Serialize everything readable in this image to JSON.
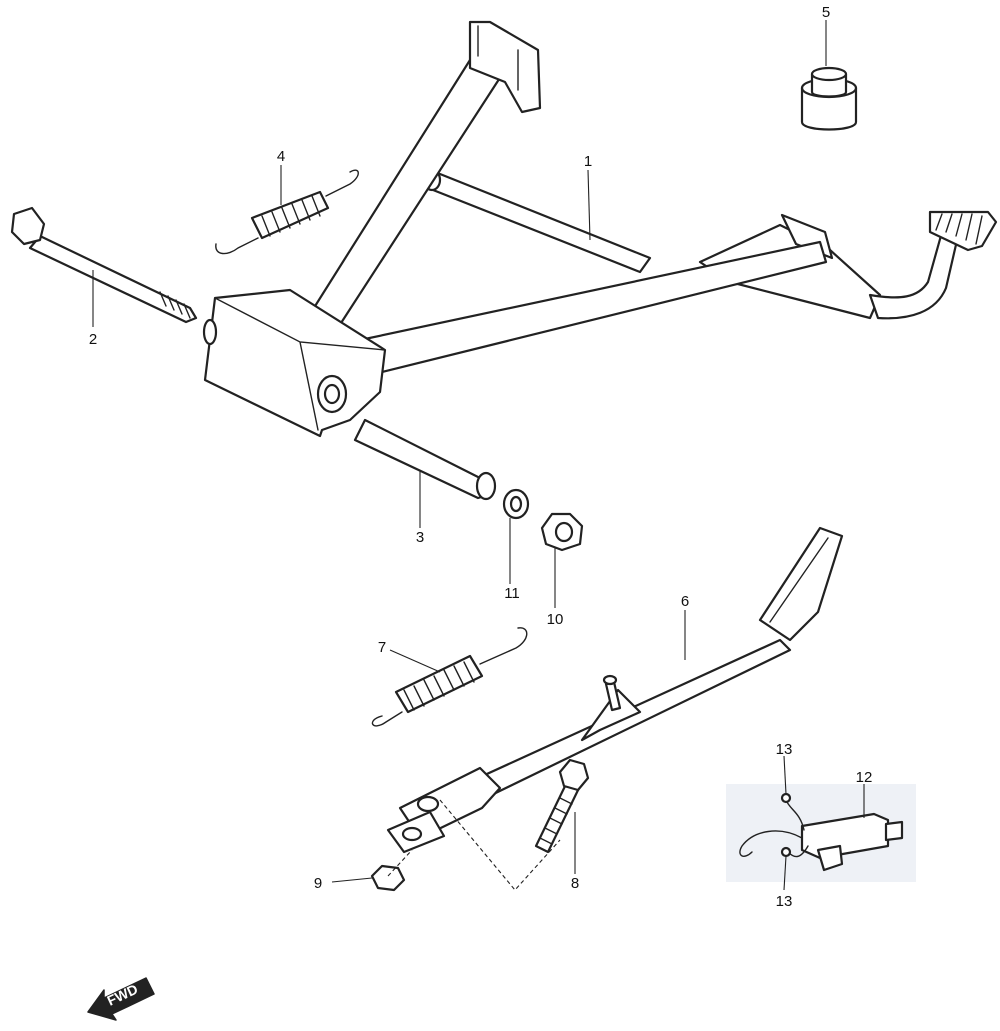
{
  "callouts": {
    "c1": "1",
    "c2": "2",
    "c3": "3",
    "c4": "4",
    "c5": "5",
    "c6": "6",
    "c7": "7",
    "c8": "8",
    "c9": "9",
    "c10": "10",
    "c11": "11",
    "c12": "12",
    "c13a": "13",
    "c13b": "13"
  },
  "fwd_label": "FWD",
  "colors": {
    "line": "#222222",
    "inset_bg": "#eef1f6"
  }
}
